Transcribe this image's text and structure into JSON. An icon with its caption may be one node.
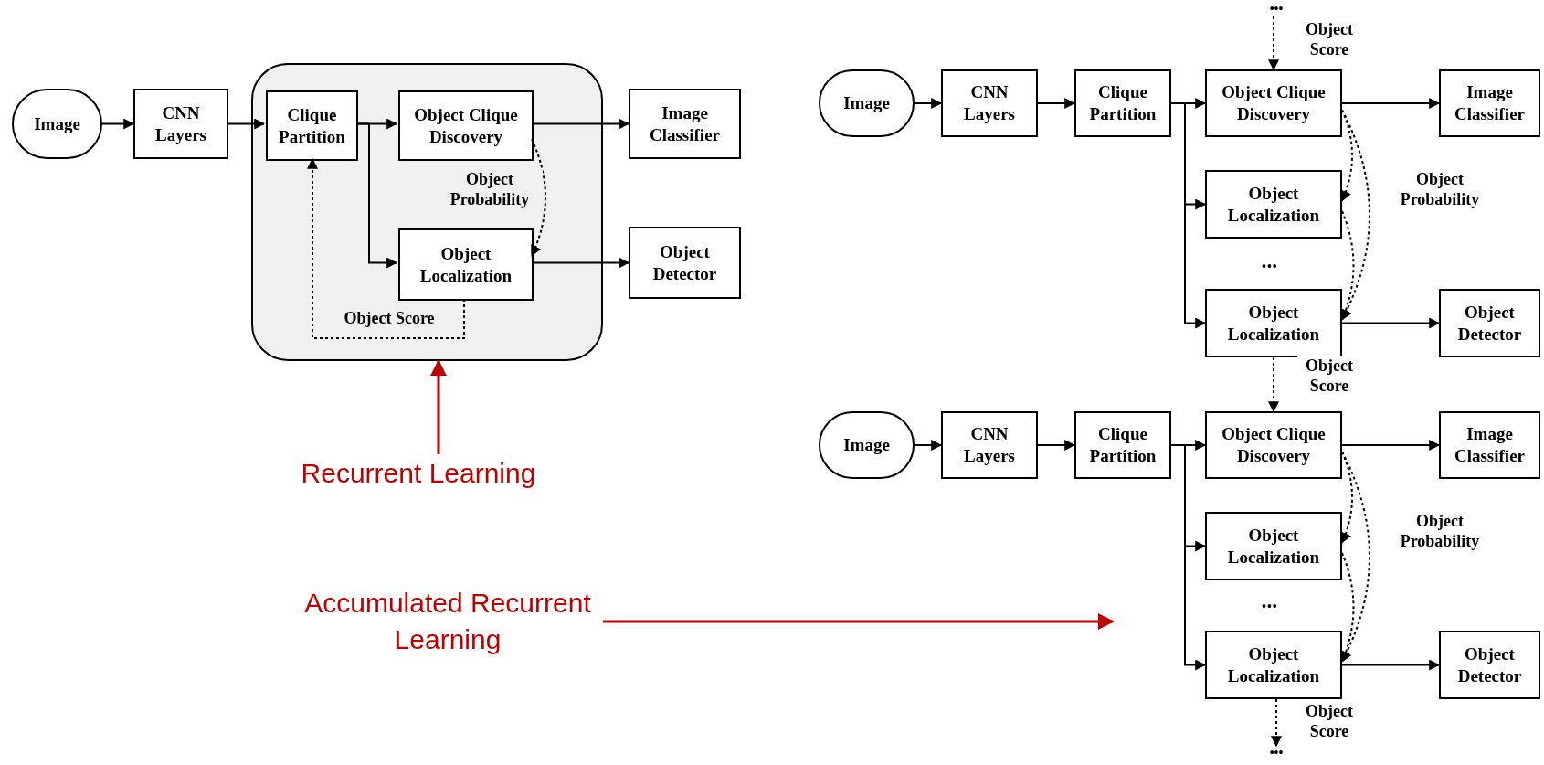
{
  "diagram": {
    "nodes": [
      {
        "text": [
          "Image"
        ]
      },
      {
        "text": [
          "CNN Layers"
        ]
      },
      {
        "text": [],
        "shape": "box"
      },
      {
        "text": [
          "Clique Partition"
        ],
        "in": 2
      },
      {
        "text": [
          "Object Clique Discovery"
        ],
        "in": 2
      },
      {
        "text": [
          "Image Classifier"
        ]
      },
      {
        "text": [
          "Object Localization"
        ],
        "in": 2
      },
      {
        "text": [
          "Object Detector"
        ]
      },
      {
        "text": [
          "Recurrent Learning"
        ]
      },
      {
        "text": [
          "Accumulated Recurrent Learning"
        ]
      },
      {
        "text": [
          "Image"
        ]
      },
      {
        "text": [
          "CNN Layers"
        ]
      },
      {
        "text": [
          "Clique Partition"
        ]
      },
      {
        "text": [
          "Object Clique Discovery"
        ]
      },
      {
        "text": [
          "Image Classifier"
        ]
      },
      {
        "text": [
          "Object Localization"
        ]
      },
      {
        "text": [
          "Object Localization"
        ]
      },
      {
        "text": [
          "Object Detector"
        ]
      },
      {
        "text": [
          "Image"
        ]
      },
      {
        "text": [
          "CNN Layers"
        ]
      },
      {
        "text": [
          "Clique Partition"
        ]
      },
      {
        "text": [
          "Object Clique Discovery"
        ]
      },
      {
        "text": [
          "Image Classifier"
        ]
      },
      {
        "text": [
          "Object Localization"
        ]
      },
      {
        "text": [
          "Object Localization"
        ]
      },
      {
        "text": [
          "Object Detector"
        ]
      },
      {
        "text": [
          "•••"
        ]
      },
      {
        "text": [
          "•••"
        ]
      }
    ],
    "edges": [
      {
        "from": 0,
        "to": 1,
        "arrow": "to"
      },
      {
        "from": 1,
        "to": 3,
        "arrow": "to"
      },
      {
        "from": 3,
        "to": 4,
        "arrow": "to"
      },
      {
        "from": 3,
        "to": 6,
        "arrow": "to"
      },
      {
        "from": 4,
        "to": 5,
        "arrow": "to"
      },
      {
        "from": 4,
        "to": 6,
        "arrow": "to",
        "style": "dashed",
        "label": "Object Probability"
      },
      {
        "from": 6,
        "to": 7,
        "arrow": "to"
      },
      {
        "from": 6,
        "to": 3,
        "arrow": "to",
        "style": "dashed",
        "label": "Object Score"
      },
      {
        "from": 8,
        "to": 2,
        "arrow": "to",
        "color": "#c00000"
      },
      {
        "from": 9,
        "to": null,
        "arrow": "to",
        "color": "#c00000"
      },
      {
        "from": 26,
        "to": 13,
        "arrow": "to",
        "style": "dashed",
        "label": "Object Score"
      },
      {
        "from": 10,
        "to": 11,
        "arrow": "to"
      },
      {
        "from": 11,
        "to": 12,
        "arrow": "to"
      },
      {
        "from": 12,
        "to": 13,
        "arrow": "to"
      },
      {
        "from": 12,
        "to": 15,
        "arrow": "to"
      },
      {
        "from": 12,
        "to": 16,
        "arrow": "to"
      },
      {
        "from": 13,
        "to": 14,
        "arrow": "to"
      },
      {
        "from": 13,
        "to": 15,
        "arrow": "to",
        "style": "dashed"
      },
      {
        "from": 13,
        "to": 16,
        "arrow": "to",
        "style": "dashed",
        "label": "Object Probability"
      },
      {
        "from": 15,
        "to": 16,
        "arrow": "to",
        "style": "dashed"
      },
      {
        "from": 16,
        "to": 17,
        "arrow": "to"
      },
      {
        "from": 16,
        "to": 21,
        "arrow": "to",
        "style": "dashed",
        "label": "Object Score"
      },
      {
        "from": 18,
        "to": 19,
        "arrow": "to"
      },
      {
        "from": 19,
        "to": 20,
        "arrow": "to"
      },
      {
        "from": 20,
        "to": 21,
        "arrow": "to"
      },
      {
        "from": 20,
        "to": 23,
        "arrow": "to"
      },
      {
        "from": 20,
        "to": 24,
        "arrow": "to"
      },
      {
        "from": 21,
        "to": 22,
        "arrow": "to"
      },
      {
        "from": 21,
        "to": 23,
        "arrow": "to",
        "style": "dashed"
      },
      {
        "from": 21,
        "to": 24,
        "arrow": "to",
        "style": "dashed",
        "label": "Object Probability"
      },
      {
        "from": 23,
        "to": 24,
        "arrow": "to",
        "style": "dashed"
      },
      {
        "from": 24,
        "to": 25,
        "arrow": "to"
      },
      {
        "from": 24,
        "to": 27,
        "arrow": "to",
        "style": "dashed",
        "label": "Object Score"
      }
    ],
    "labels": [
      "•••",
      "•••"
    ]
  }
}
